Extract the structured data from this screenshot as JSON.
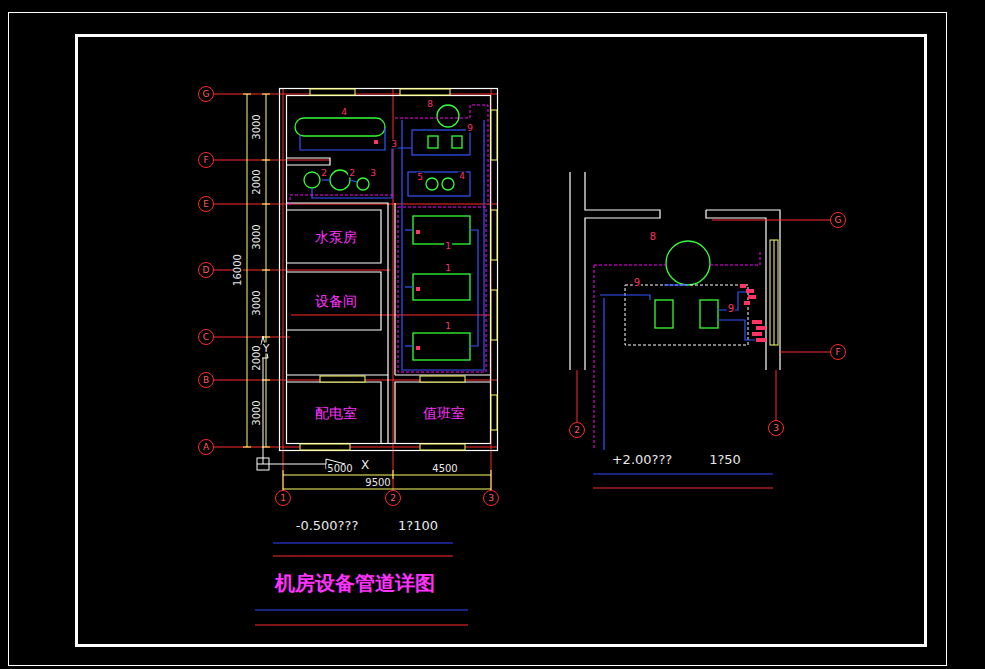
{
  "diagram": {
    "title": "机房设备管道详图",
    "nodes": [
      {
        "text": [
          "G"
        ]
      },
      {
        "text": [
          "F"
        ]
      },
      {
        "text": [
          "E"
        ]
      },
      {
        "text": [
          "D"
        ]
      },
      {
        "text": [
          "C"
        ]
      },
      {
        "text": [
          "B"
        ]
      },
      {
        "text": [
          "A"
        ]
      },
      {
        "text": [
          "水泵房"
        ]
      },
      {
        "text": [
          "设备间"
        ]
      },
      {
        "text": [
          "配电室"
        ]
      },
      {
        "text": [
          "值班室"
        ]
      },
      {
        "text": [
          "1"
        ]
      },
      {
        "text": [
          "2"
        ]
      },
      {
        "text": [
          "3"
        ]
      },
      {
        "text": [
          "G"
        ]
      },
      {
        "text": [
          "F"
        ]
      },
      {
        "text": [
          "2"
        ]
      },
      {
        "text": [
          "3"
        ]
      }
    ],
    "labels": [
      "3000",
      "2000",
      "3000",
      "3000",
      "2000",
      "3000",
      "16000",
      "5000",
      "4500",
      "9500",
      "Y",
      "X",
      "-0.500???",
      "1?100",
      "4",
      "8",
      "3",
      "9",
      "2",
      "2",
      "3",
      "5",
      "4",
      "1",
      "1",
      "1",
      "8",
      "9",
      "9",
      "+2.00???",
      "1?50"
    ]
  }
}
